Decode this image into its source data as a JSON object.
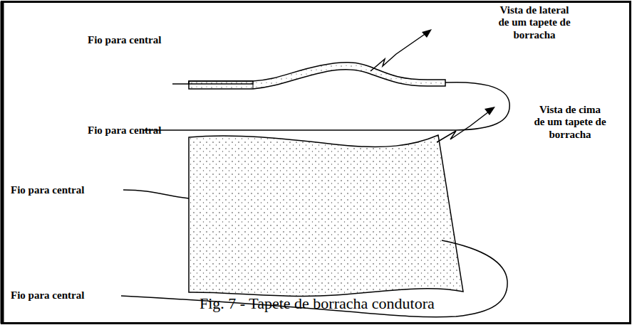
{
  "diagram": {
    "caption": "Fig. 7 - Tapete de borracha condutora",
    "labels": [
      "Vista de lateral de um tapete de borracha",
      "Fio para central",
      "Fio para central",
      "Vista de cima de um tapete de borracha",
      "Fio para central",
      "Fio para central"
    ]
  }
}
